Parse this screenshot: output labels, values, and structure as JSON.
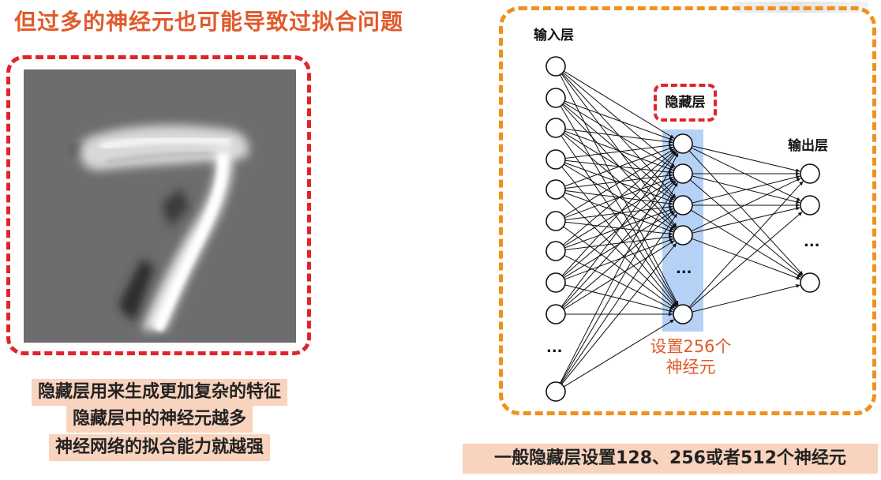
{
  "title": "但过多的神经元也可能导致过拟合问题",
  "left_captions": [
    "隐藏层用来生成更加复杂的特征",
    "隐藏层中的神经元越多",
    "神经网络的拟合能力就越强"
  ],
  "network": {
    "input_label": "输入层",
    "hidden_label": "隐藏层",
    "output_label": "输出层",
    "ellipsis": "...",
    "neuron_note_line1": "设置256个",
    "neuron_note_line2": "神经元"
  },
  "bottom_caption": "一般隐藏层设置128、256或者512个神经元",
  "colors": {
    "accent_orange": "#e05a2b",
    "frame_orange": "#f0901e",
    "frame_red": "#e0242a",
    "highlight_blue": "#a9c9f5",
    "caption_bg": "#f8d3bd"
  }
}
